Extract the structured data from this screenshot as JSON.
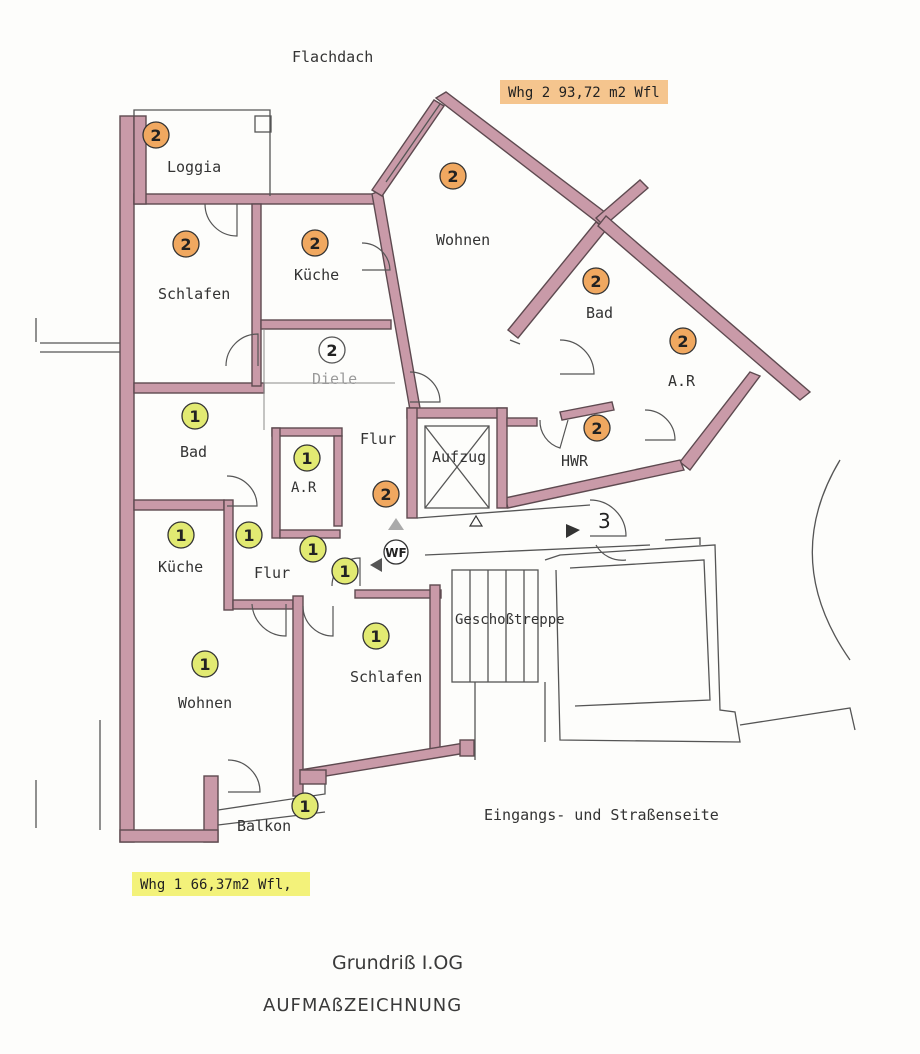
{
  "colors": {
    "wall_fill": "#c99aa8",
    "wall_outline": "#5e4a50",
    "unit1_badge": "#e2ea72",
    "unit2_badge": "#f0a860",
    "highlighter_yellow": "#f3f27a",
    "highlighter_orange": "#f5c58e"
  },
  "labels": {
    "flachdach": "Flachdach",
    "entrance": "Eingangs- und Straßenseite"
  },
  "units": {
    "unit1_area": "Whg 1  66,37m2 Wfl,",
    "unit2_area": "Whg 2 93,72 m2 Wfl"
  },
  "rooms": {
    "loggia": "Loggia",
    "schlafen_2": "Schlafen",
    "kueche_2": "Küche",
    "wohnen_2": "Wohnen",
    "bad_2": "Bad",
    "ar_2": "A.R",
    "diele": "Diele",
    "flur_2": "Flur",
    "aufzug": "Aufzug",
    "hwr": "HWR",
    "bad_1": "Bad",
    "ar_1": "A.R",
    "kueche_1": "Küche",
    "flur_1": "Flur",
    "wohnen_1": "Wohnen",
    "schlafen_1": "Schlafen",
    "treppe": "Geschoßtreppe",
    "balkon": "Balkon"
  },
  "markers": {
    "one": "1",
    "two": "2",
    "three": "3",
    "wf": "WF"
  },
  "titles": {
    "plan": "Grundriß I.OG",
    "drawing": "AUFMAßZEICHNUNG"
  }
}
